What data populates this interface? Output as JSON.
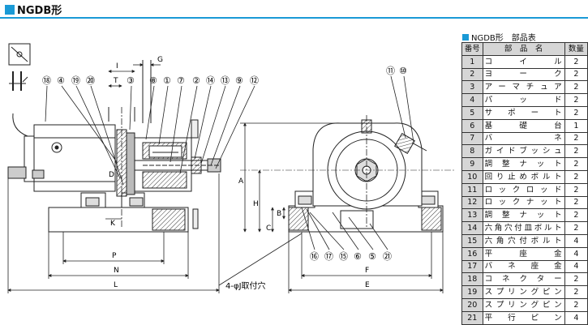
{
  "page": {
    "title": "NGDB形"
  },
  "parts_table": {
    "title": "NGDB形　部品表",
    "headers": [
      "番号",
      "部　品　名",
      "数量"
    ],
    "rows": [
      {
        "no": "1",
        "name": "コイル",
        "qty": "2"
      },
      {
        "no": "2",
        "name": "ヨーク",
        "qty": "2"
      },
      {
        "no": "3",
        "name": "アーマチュア",
        "qty": "2"
      },
      {
        "no": "4",
        "name": "パッド",
        "qty": "2"
      },
      {
        "no": "5",
        "name": "サポート",
        "qty": "2"
      },
      {
        "no": "6",
        "name": "基礎台",
        "qty": "1"
      },
      {
        "no": "7",
        "name": "バネ",
        "qty": "2"
      },
      {
        "no": "8",
        "name": "ガイドブッシュ",
        "qty": "2"
      },
      {
        "no": "9",
        "name": "調整ナット",
        "qty": "2"
      },
      {
        "no": "10",
        "name": "回り止めボルト",
        "qty": "2"
      },
      {
        "no": "11",
        "name": "ロックロッド",
        "qty": "2"
      },
      {
        "no": "12",
        "name": "ロックナット",
        "qty": "2"
      },
      {
        "no": "13",
        "name": "調整ナット",
        "qty": "2"
      },
      {
        "no": "14",
        "name": "六角穴付皿ボルト",
        "qty": "2"
      },
      {
        "no": "15",
        "name": "六角穴付ボルト",
        "qty": "4"
      },
      {
        "no": "16",
        "name": "平座金",
        "qty": "4"
      },
      {
        "no": "17",
        "name": "バネ座金",
        "qty": "4"
      },
      {
        "no": "18",
        "name": "コネクター",
        "qty": "2"
      },
      {
        "no": "19",
        "name": "スプリングピン",
        "qty": "2"
      },
      {
        "no": "20",
        "name": "スプリングピン",
        "qty": "2"
      },
      {
        "no": "21",
        "name": "平行ピン",
        "qty": "4"
      }
    ]
  },
  "drawing": {
    "dims_front": {
      "I": "I",
      "G": "G",
      "T": "T",
      "D": "D",
      "K": "K",
      "P": "P",
      "N": "N",
      "L": "L"
    },
    "dims_side": {
      "A": "A",
      "H": "H",
      "C": "C",
      "B": "B",
      "F": "F",
      "E": "E"
    },
    "callouts_front_top": [
      "⑱",
      "④",
      "⑲",
      "⑳",
      "③",
      "⑧",
      "①",
      "⑦",
      "②",
      "⑭",
      "⑬",
      "⑨",
      "⑫"
    ],
    "callouts_side_top": [
      "⑪",
      "⑩"
    ],
    "callouts_side_bottom": [
      "⑯",
      "⑰",
      "⑮",
      "⑥",
      "⑤",
      "㉑"
    ],
    "mount_hole_note": "4-φJ取付穴"
  }
}
